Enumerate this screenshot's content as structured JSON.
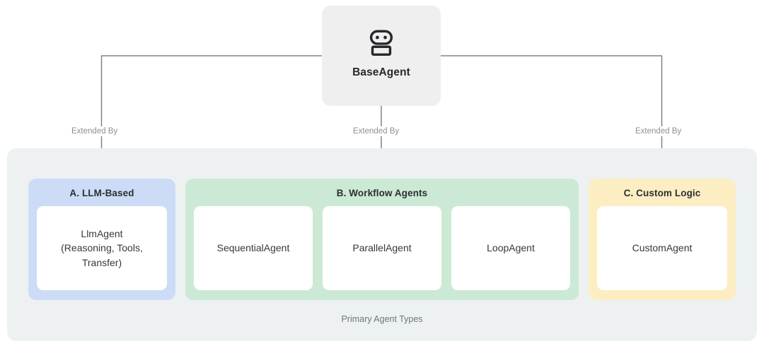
{
  "diagram": {
    "root": {
      "label": "BaseAgent",
      "icon": "robot-icon",
      "fill": "#efefef"
    },
    "edges": [
      {
        "label": "Extended By"
      },
      {
        "label": "Extended By"
      },
      {
        "label": "Extended By"
      }
    ],
    "panel": {
      "caption": "Primary Agent Types",
      "fill": "#edf1f2"
    },
    "groups": [
      {
        "id": "llm-based",
        "title": "A. LLM-Based",
        "fill": "#ccdcf7",
        "cards": [
          {
            "id": "llm-agent",
            "lines": [
              "LlmAgent",
              "(Reasoning, Tools,",
              "Transfer)"
            ]
          }
        ]
      },
      {
        "id": "workflow-agents",
        "title": "B. Workflow Agents",
        "fill": "#cce9d5",
        "cards": [
          {
            "id": "sequential-agent",
            "lines": [
              "SequentialAgent"
            ]
          },
          {
            "id": "parallel-agent",
            "lines": [
              "ParallelAgent"
            ]
          },
          {
            "id": "loop-agent",
            "lines": [
              "LoopAgent"
            ]
          }
        ]
      },
      {
        "id": "custom-logic",
        "title": "C. Custom Logic",
        "fill": "#fceec2",
        "cards": [
          {
            "id": "custom-agent",
            "lines": [
              "CustomAgent"
            ]
          }
        ]
      }
    ],
    "connector_color": "#808488"
  }
}
